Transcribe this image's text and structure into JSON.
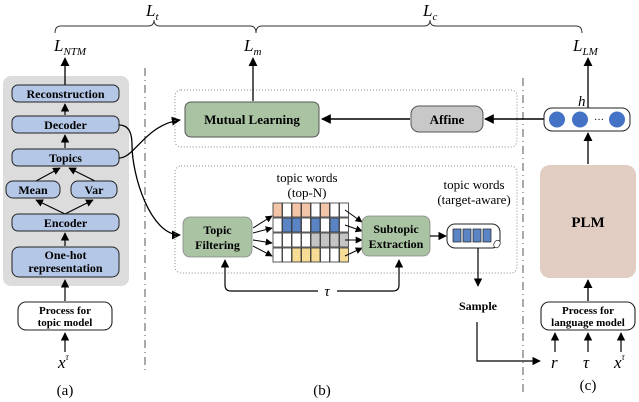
{
  "losses": {
    "Lt": {
      "base": "L",
      "sub": "t"
    },
    "Lc": {
      "base": "L",
      "sub": "c"
    },
    "LNTM": {
      "base": "L",
      "sub": "NTM"
    },
    "Lm": {
      "base": "L",
      "sub": "m"
    },
    "LLM": {
      "base": "L",
      "sub": "LM"
    }
  },
  "panel_a": {
    "caption": "(a)",
    "blocks": {
      "reconstruction": "Reconstruction",
      "decoder": "Decoder",
      "topics": "Topics",
      "mean": "Mean",
      "var": "Var",
      "encoder": "Encoder",
      "onehot_line1": "One-hot",
      "onehot_line2": "representation"
    },
    "process_line1": "Process for",
    "process_line2": "topic model",
    "input": {
      "base": "x",
      "sup": "τ"
    }
  },
  "panel_b": {
    "caption": "(b)",
    "mutual_learning": "Mutual Learning",
    "affine": "Affine",
    "topic_filtering_line1": "Topic",
    "topic_filtering_line2": "Filtering",
    "subtopic_line1": "Subtopic",
    "subtopic_line2": "Extraction",
    "topn_label_line1": "topic words",
    "topn_label_line2": "(top-N)",
    "target_label_line1": "topic words",
    "target_label_line2": "(target-aware)",
    "tau": "τ",
    "sample": "Sample",
    "grid": {
      "rows": [
        {
          "color": "#f2c4a8",
          "filled": [
            1,
            0,
            1,
            1,
            0,
            1,
            0,
            0
          ]
        },
        {
          "color": "#5b84c4",
          "filled": [
            0,
            1,
            1,
            0,
            1,
            0,
            1,
            0
          ]
        },
        {
          "color": "#c4c4c4",
          "filled": [
            0,
            0,
            0,
            0,
            1,
            1,
            1,
            1
          ]
        },
        {
          "color": "#f7dc96",
          "filled": [
            0,
            0,
            1,
            1,
            1,
            0,
            0,
            1
          ]
        }
      ]
    }
  },
  "panel_c": {
    "caption": "(c)",
    "plm": "PLM",
    "hidden": "h",
    "ellipsis": "···",
    "process_line1": "Process for",
    "process_line2": "language model",
    "inputs": [
      {
        "base": "r",
        "sup": ""
      },
      {
        "base": "τ",
        "sup": ""
      },
      {
        "base": "x",
        "sup": "τ"
      }
    ]
  },
  "colors": {
    "ntm_block": "#b4c7e7",
    "ntm_panel": "#dcdcdc",
    "green_block": "#a9c3a3",
    "affine_block": "#c8c8c8",
    "plm_block": "#e1cdc2",
    "hidden_dot": "#4472c4"
  }
}
